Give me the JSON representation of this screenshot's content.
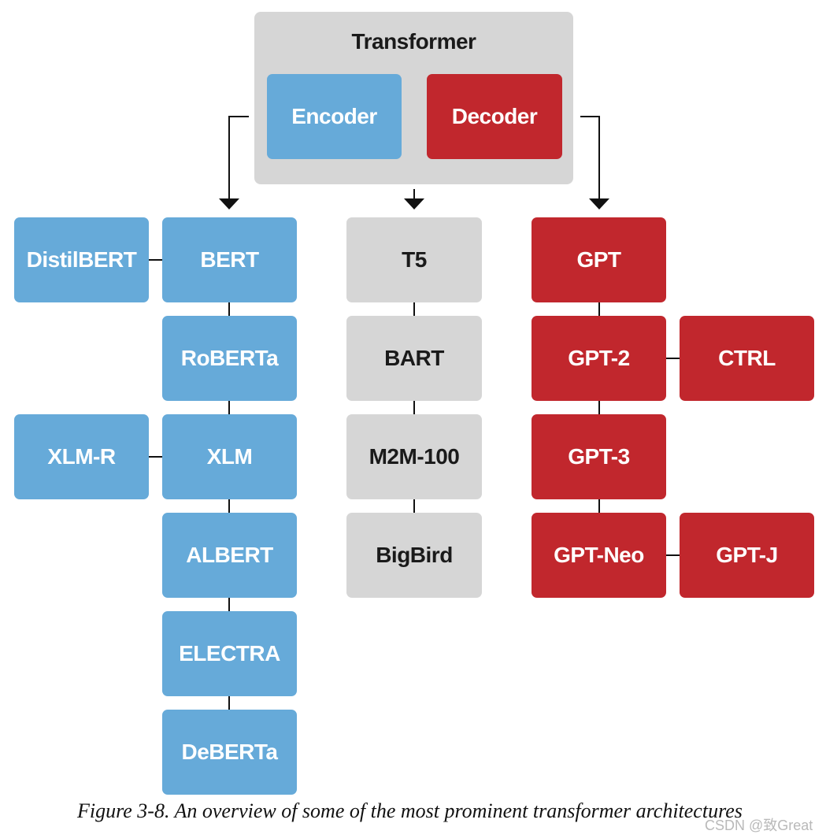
{
  "transformer": {
    "title": "Transformer",
    "encoder": "Encoder",
    "decoder": "Decoder"
  },
  "encoder_branch": {
    "main": [
      "BERT",
      "RoBERTa",
      "XLM",
      "ALBERT",
      "ELECTRA",
      "DeBERTa"
    ],
    "side": {
      "distilbert": "DistilBERT",
      "xlmr": "XLM-R"
    }
  },
  "encoder_decoder_branch": [
    "T5",
    "BART",
    "M2M-100",
    "BigBird"
  ],
  "decoder_branch": {
    "main": [
      "GPT",
      "GPT-2",
      "GPT-3",
      "GPT-Neo"
    ],
    "side": {
      "ctrl": "CTRL",
      "gptj": "GPT-J"
    }
  },
  "colors": {
    "encoder": "#66aad9",
    "decoder": "#c1272d",
    "encoder_decoder": "#d6d6d6"
  },
  "caption": "Figure 3-8. An overview of some of the most prominent transformer architectures",
  "watermark": "CSDN @致Great"
}
